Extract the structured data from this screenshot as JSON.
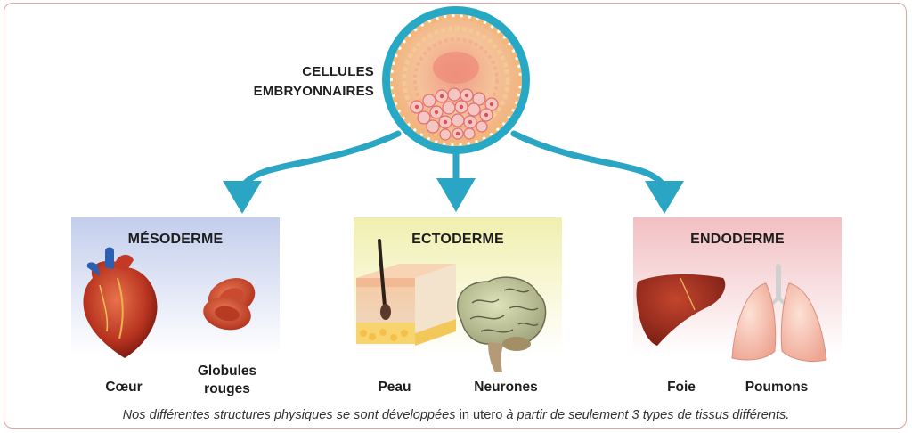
{
  "source": {
    "line1": "CELLULES",
    "line2": "EMBRYONNAIRES"
  },
  "groups": [
    {
      "title": "MÉSODERME",
      "color_top": "#c6d0ec",
      "color_bottom": "#ffffff",
      "organs": [
        "Cœur",
        "Globules rouges"
      ],
      "organ_lines": [
        [
          "Cœur"
        ],
        [
          "Globules",
          "rouges"
        ]
      ]
    },
    {
      "title": "ECTODERME",
      "color_top": "#f3f1b6",
      "color_bottom": "#ffffff",
      "organs": [
        "Peau",
        "Neurones"
      ]
    },
    {
      "title": "ENDODERME",
      "color_top": "#f3c3c6",
      "color_bottom": "#ffffff",
      "organs": [
        "Foie",
        "Poumons"
      ]
    }
  ],
  "caption": {
    "part1": "Nos différentes structures physiques se sont développées",
    "part2": " in utero ",
    "part3": "à partir de seulement 3 types de tissus différents."
  },
  "colors": {
    "arrow": "#2aa5c4",
    "frame": "#e0a3a6",
    "ring": "#27a9c6"
  },
  "icons": [
    "embryo-cells-icon",
    "heart-icon",
    "red-blood-cells-icon",
    "skin-section-icon",
    "brain-icon",
    "liver-icon",
    "lungs-icon"
  ]
}
